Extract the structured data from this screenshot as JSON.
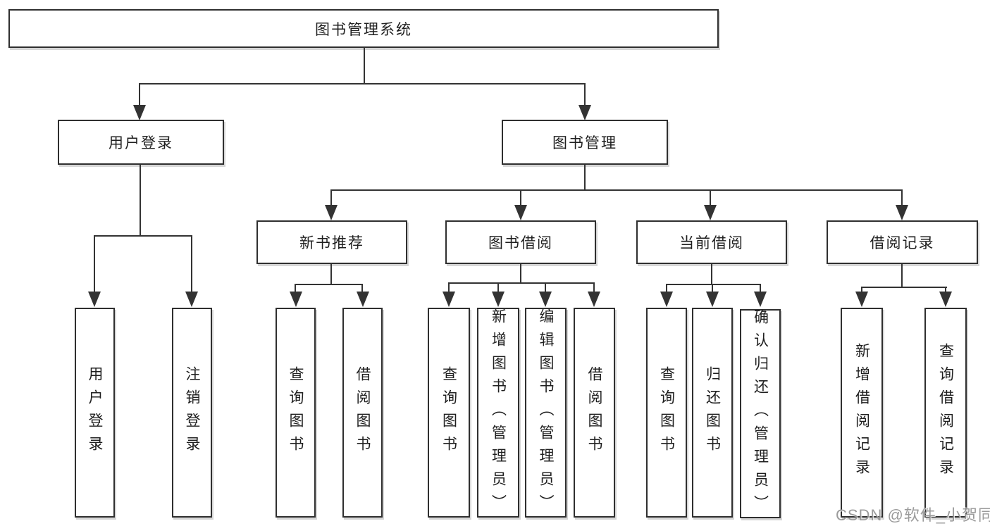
{
  "colors": {
    "line": "#333333",
    "box_border": "#2f2f2f",
    "text": "#1f1f1f",
    "watermark_gray": "#969696",
    "background": "#ffffff"
  },
  "root": {
    "label": "图书管理系统"
  },
  "level2": [
    {
      "label": "用户登录"
    },
    {
      "label": "图书管理"
    }
  ],
  "level3": [
    {
      "label": "新书推荐"
    },
    {
      "label": "图书借阅"
    },
    {
      "label": "当前借阅"
    },
    {
      "label": "借阅记录"
    }
  ],
  "leaves": {
    "userLogin": [
      "用户登录",
      "注销登录"
    ],
    "newBooks": [
      "查询图书",
      "借阅图书"
    ],
    "bookBorrow": [
      "查询图书",
      "新增图书（管理员）",
      "编辑图书（管理员）",
      "借阅图书"
    ],
    "currentBorrow": [
      "查询图书",
      "归还图书",
      "确认归还（管理员）"
    ],
    "borrowRecords": [
      "新增借阅记录",
      "查询借阅记录"
    ]
  },
  "watermark": {
    "text": "CSDN @软件_小贺同学"
  }
}
